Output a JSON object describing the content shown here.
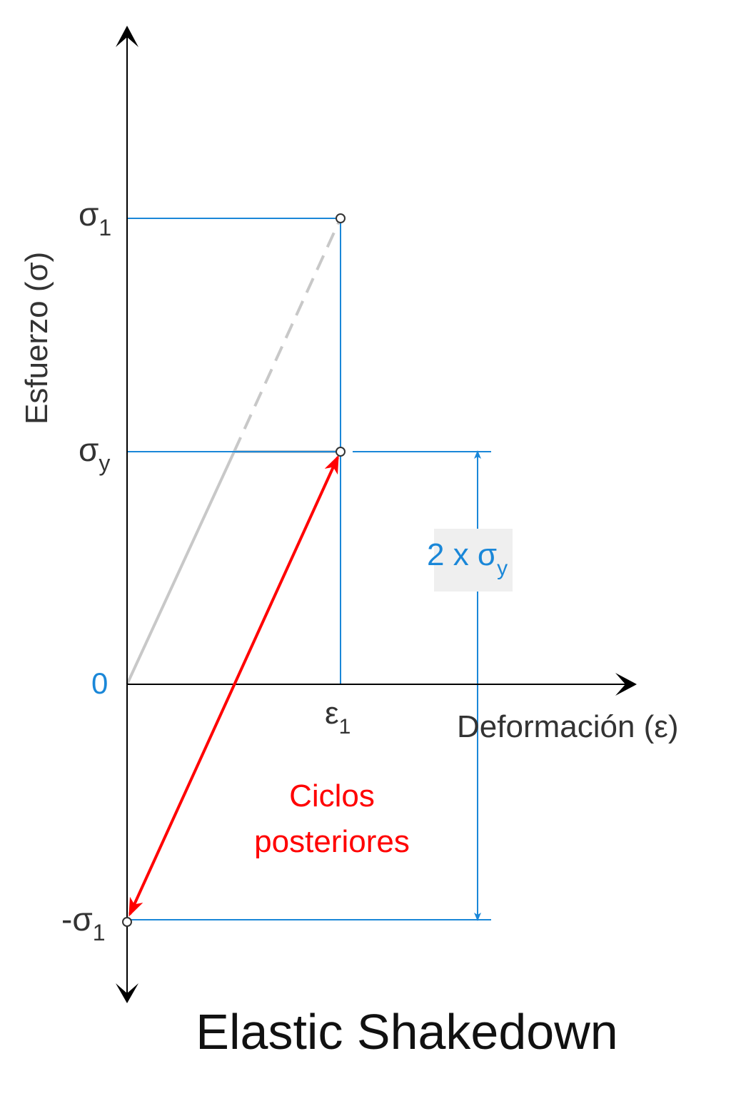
{
  "colors": {
    "axis": "#000000",
    "guide": "#1a87d8",
    "elastic": "#c8c8c8",
    "cycle": "#ff0000",
    "label": "#333333",
    "title": "#111111",
    "callout_bg": "#efefef"
  },
  "diagram": {
    "title": "Elastic Shakedown",
    "y_axis_label": "Esfuerzo (σ)",
    "x_axis_label": "Deformación (ε)",
    "origin_label": "0",
    "sigma_1": {
      "base": "σ",
      "sub": "1"
    },
    "sigma_y": {
      "base": "σ",
      "sub": "y"
    },
    "neg_sigma_1": {
      "base": "-σ",
      "sub": "1"
    },
    "epsilon_1": {
      "base": "ε",
      "sub": "1"
    },
    "range_label": {
      "base": "2 x σ",
      "sub": "y"
    },
    "cycles_label_line1": "Ciclos",
    "cycles_label_line2": "posteriores"
  }
}
